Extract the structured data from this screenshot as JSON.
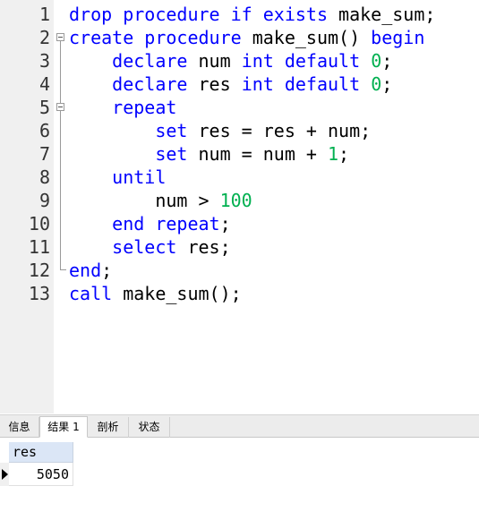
{
  "editor": {
    "lines": [
      {
        "num": "1",
        "tokens": [
          {
            "t": "drop procedure if exists",
            "c": "kw"
          },
          {
            "t": " make_sum;",
            "c": ""
          }
        ]
      },
      {
        "num": "2",
        "tokens": [
          {
            "t": "create procedure",
            "c": "kw"
          },
          {
            "t": " make_sum() ",
            "c": ""
          },
          {
            "t": "begin",
            "c": "kw"
          }
        ]
      },
      {
        "num": "3",
        "tokens": [
          {
            "t": "    ",
            "c": ""
          },
          {
            "t": "declare",
            "c": "kw"
          },
          {
            "t": " num ",
            "c": ""
          },
          {
            "t": "int default",
            "c": "kw"
          },
          {
            "t": " ",
            "c": ""
          },
          {
            "t": "0",
            "c": "num"
          },
          {
            "t": ";",
            "c": ""
          }
        ]
      },
      {
        "num": "4",
        "tokens": [
          {
            "t": "    ",
            "c": ""
          },
          {
            "t": "declare",
            "c": "kw"
          },
          {
            "t": " res ",
            "c": ""
          },
          {
            "t": "int default",
            "c": "kw"
          },
          {
            "t": " ",
            "c": ""
          },
          {
            "t": "0",
            "c": "num"
          },
          {
            "t": ";",
            "c": ""
          }
        ]
      },
      {
        "num": "5",
        "tokens": [
          {
            "t": "    ",
            "c": ""
          },
          {
            "t": "repeat",
            "c": "kw"
          }
        ]
      },
      {
        "num": "6",
        "tokens": [
          {
            "t": "        ",
            "c": ""
          },
          {
            "t": "set",
            "c": "kw"
          },
          {
            "t": " res = res + num;",
            "c": ""
          }
        ]
      },
      {
        "num": "7",
        "tokens": [
          {
            "t": "        ",
            "c": ""
          },
          {
            "t": "set",
            "c": "kw"
          },
          {
            "t": " num = num + ",
            "c": ""
          },
          {
            "t": "1",
            "c": "num"
          },
          {
            "t": ";",
            "c": ""
          }
        ]
      },
      {
        "num": "8",
        "tokens": [
          {
            "t": "    ",
            "c": ""
          },
          {
            "t": "until",
            "c": "kw"
          }
        ]
      },
      {
        "num": "9",
        "tokens": [
          {
            "t": "        num > ",
            "c": ""
          },
          {
            "t": "100",
            "c": "num"
          }
        ]
      },
      {
        "num": "10",
        "tokens": [
          {
            "t": "    ",
            "c": ""
          },
          {
            "t": "end repeat",
            "c": "kw"
          },
          {
            "t": ";",
            "c": ""
          }
        ]
      },
      {
        "num": "11",
        "tokens": [
          {
            "t": "    ",
            "c": ""
          },
          {
            "t": "select",
            "c": "kw"
          },
          {
            "t": " res;",
            "c": ""
          }
        ]
      },
      {
        "num": "12",
        "tokens": [
          {
            "t": "end",
            "c": "kw"
          },
          {
            "t": ";",
            "c": ""
          }
        ]
      },
      {
        "num": "13",
        "tokens": [
          {
            "t": "call",
            "c": "kw"
          },
          {
            "t": " make_sum();",
            "c": ""
          }
        ]
      }
    ]
  },
  "tabs": [
    {
      "label": "信息",
      "active": false
    },
    {
      "label": "结果 1",
      "active": true
    },
    {
      "label": "剖析",
      "active": false
    },
    {
      "label": "状态",
      "active": false
    }
  ],
  "result": {
    "column": "res",
    "value": "5050"
  },
  "colors": {
    "keyword": "#0000ff",
    "number": "#00b050",
    "header": "#dbe6f6"
  }
}
